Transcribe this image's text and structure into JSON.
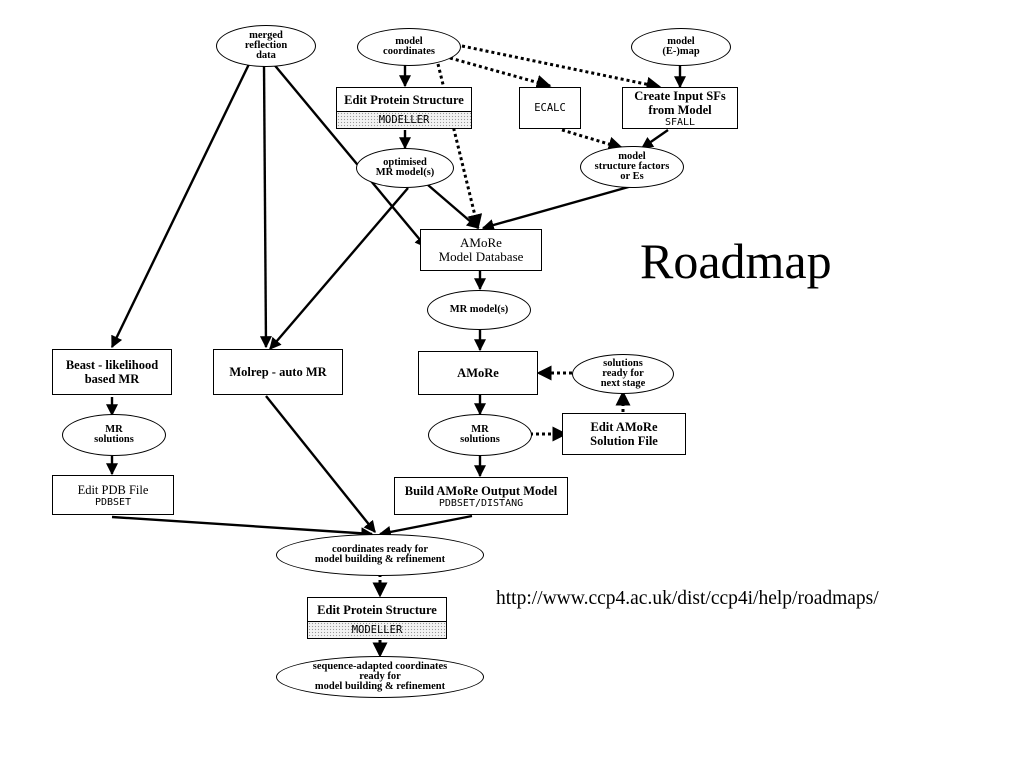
{
  "title": "Roadmap",
  "url": "http://www.ccp4.ac.uk/dist/ccp4i/help/roadmaps/",
  "nodes": {
    "merged_reflection": "merged\nreflection\ndata",
    "model_coordinates": "model\ncoordinates",
    "model_e_map": "model\n(E-)map",
    "edit_protein_1_title": "Edit Protein Structure",
    "edit_protein_1_tool": "MODELLER",
    "ecalc": "ECALC",
    "create_input_sfs_line1": "Create Input SFs",
    "create_input_sfs_line2": "from Model",
    "create_input_sfs_tool": "SFALL",
    "optimised_mr_model": "optimised\nMR model(s)",
    "model_sf_or_es": "model\nstructure factors\nor Es",
    "amore_db_line1": "AMoRe",
    "amore_db_line2": "Model Database",
    "mr_models": "MR model(s)",
    "beast_line1": "Beast - likelihood",
    "beast_line2": "based MR",
    "molrep": "Molrep - auto MR",
    "amore": "AMoRe",
    "solutions_ready": "solutions\nready for\nnext stage",
    "mr_solutions_left": "MR\nsolutions",
    "mr_solutions_mid": "MR\nsolutions",
    "edit_amore_sol_line1": "Edit AMoRe",
    "edit_amore_sol_line2": "Solution File",
    "edit_pdb_line1": "Edit PDB File",
    "edit_pdb_tool": "PDBSET",
    "build_amore_title": "Build AMoRe Output Model",
    "build_amore_tool": "PDBSET/DISTANG",
    "coords_ready": "coordinates ready for\nmodel building & refinement",
    "edit_protein_2_title": "Edit Protein Structure",
    "edit_protein_2_tool": "MODELLER",
    "sequence_adapted": "sequence-adapted coordinates\nready for\nmodel building & refinement"
  }
}
